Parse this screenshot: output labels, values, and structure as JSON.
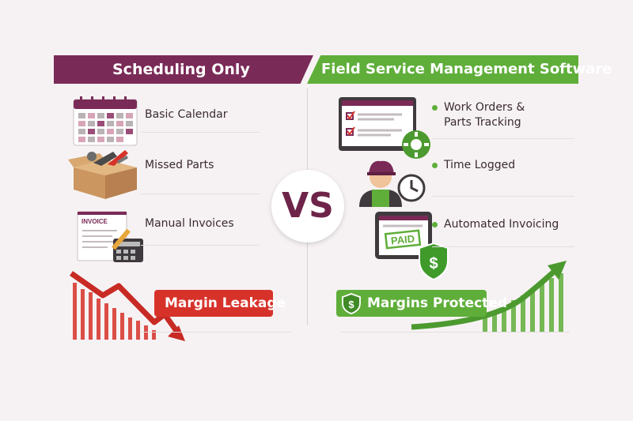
{
  "left": {
    "title": "Scheduling Only",
    "items": [
      {
        "label": "Basic Calendar",
        "icon": "calendar-icon"
      },
      {
        "label": "Missed Parts",
        "icon": "toolbox-icon"
      },
      {
        "label": "Manual Invoices",
        "icon": "invoice-icon"
      }
    ],
    "invoice_word": "INVOICE",
    "result": "Margin Leakage"
  },
  "center": {
    "vs": "VS"
  },
  "right": {
    "title": "Field Service Management Software",
    "items": [
      {
        "label_line1": "Work Orders &",
        "label_line2": "Parts Tracking",
        "icon": "work-order-monitor-icon"
      },
      {
        "label": "Time Logged",
        "icon": "technician-clock-icon"
      },
      {
        "label": "Automated Invoicing",
        "icon": "paid-tablet-icon"
      }
    ],
    "paid_word": "PAID",
    "dollar": "$",
    "result": "Margins Protected"
  },
  "colors": {
    "purple": "#7a2a57",
    "green": "#5fae3a",
    "red": "#d7322a"
  }
}
